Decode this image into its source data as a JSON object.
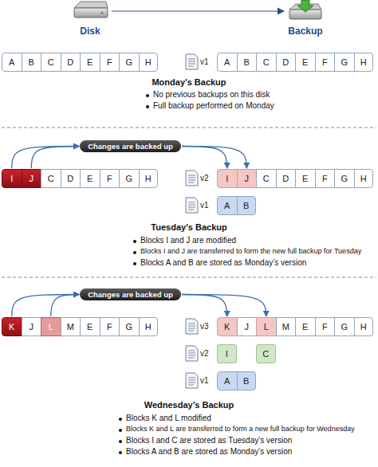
{
  "diagram": {
    "nodes": [
      {
        "text": [
          "A"
        ]
      },
      {
        "text": [
          "B"
        ]
      },
      {
        "text": [
          "C"
        ]
      },
      {
        "text": [
          "D"
        ]
      },
      {
        "text": [
          "E"
        ]
      },
      {
        "text": [
          "F"
        ]
      },
      {
        "text": [
          "G"
        ]
      },
      {
        "text": [
          "H"
        ]
      },
      {
        "text": [
          "A"
        ]
      },
      {
        "text": [
          "B"
        ]
      },
      {
        "text": [
          "C"
        ]
      },
      {
        "text": [
          "D"
        ]
      },
      {
        "text": [
          "E"
        ]
      },
      {
        "text": [
          "F"
        ]
      },
      {
        "text": [
          "G"
        ]
      },
      {
        "text": [
          "H"
        ]
      },
      {
        "text": [
          "Changes are backed up"
        ]
      },
      {
        "text": [
          "I"
        ]
      },
      {
        "text": [
          "J"
        ]
      },
      {
        "text": [
          "C"
        ]
      },
      {
        "text": [
          "D"
        ]
      },
      {
        "text": [
          "E"
        ]
      },
      {
        "text": [
          "F"
        ]
      },
      {
        "text": [
          "G"
        ]
      },
      {
        "text": [
          "H"
        ]
      },
      {
        "text": [
          "I"
        ]
      },
      {
        "text": [
          "J"
        ]
      },
      {
        "text": [
          "C"
        ]
      },
      {
        "text": [
          "D"
        ]
      },
      {
        "text": [
          "E"
        ]
      },
      {
        "text": [
          "F"
        ]
      },
      {
        "text": [
          "G"
        ]
      },
      {
        "text": [
          "H"
        ]
      },
      {
        "text": [
          "A"
        ]
      },
      {
        "text": [
          "B"
        ]
      },
      {
        "text": [
          "Changes are backed up"
        ]
      },
      {
        "text": [
          "K"
        ]
      },
      {
        "text": [
          "J"
        ]
      },
      {
        "text": [
          "L"
        ]
      },
      {
        "text": [
          "M"
        ]
      },
      {
        "text": [
          "E"
        ]
      },
      {
        "text": [
          "F"
        ]
      },
      {
        "text": [
          "G"
        ]
      },
      {
        "text": [
          "H"
        ]
      },
      {
        "text": [
          "K"
        ]
      },
      {
        "text": [
          "J"
        ]
      },
      {
        "text": [
          "L"
        ]
      },
      {
        "text": [
          "M"
        ]
      },
      {
        "text": [
          "E"
        ]
      },
      {
        "text": [
          "F"
        ]
      },
      {
        "text": [
          "G"
        ]
      },
      {
        "text": [
          "H"
        ]
      },
      {
        "text": [
          "I"
        ]
      },
      {
        "text": [
          "C"
        ]
      },
      {
        "text": [
          "A"
        ]
      },
      {
        "text": [
          "B"
        ]
      }
    ],
    "edges": [
      {
        "from": 17,
        "to": 16,
        "arrow": "to"
      },
      {
        "from": 18,
        "to": 16,
        "arrow": "to"
      },
      {
        "from": 16,
        "to": 25,
        "arrow": "to"
      },
      {
        "from": 16,
        "to": 26,
        "arrow": "to"
      },
      {
        "from": 36,
        "to": 35,
        "arrow": "to"
      },
      {
        "from": 38,
        "to": 35,
        "arrow": "to"
      },
      {
        "from": 35,
        "to": 44,
        "arrow": "to"
      },
      {
        "from": 35,
        "to": 46,
        "arrow": "to"
      }
    ],
    "labels": [
      "Disk",
      "Backup",
      "v1",
      "Monday’s Backup",
      "No previous backups on this disk",
      "Full backup performed on Monday",
      "v2",
      "v1",
      "Tuesday’s Backup",
      "Blocks I and J are modified",
      "Blocks I and J are transferred to form the new full backup for Tuesday",
      "Blocks A and B are stored as Monday’s version",
      "v3",
      "v2",
      "v1",
      "Wednesday’s Backup",
      "Blocks K and L modified",
      "Blocks K and L are transferred to form a new full backup for Wednesday",
      "Blocks I and C are stored as Tuesday’s version",
      "Blocks A and B are stored as Monday’s version"
    ]
  }
}
